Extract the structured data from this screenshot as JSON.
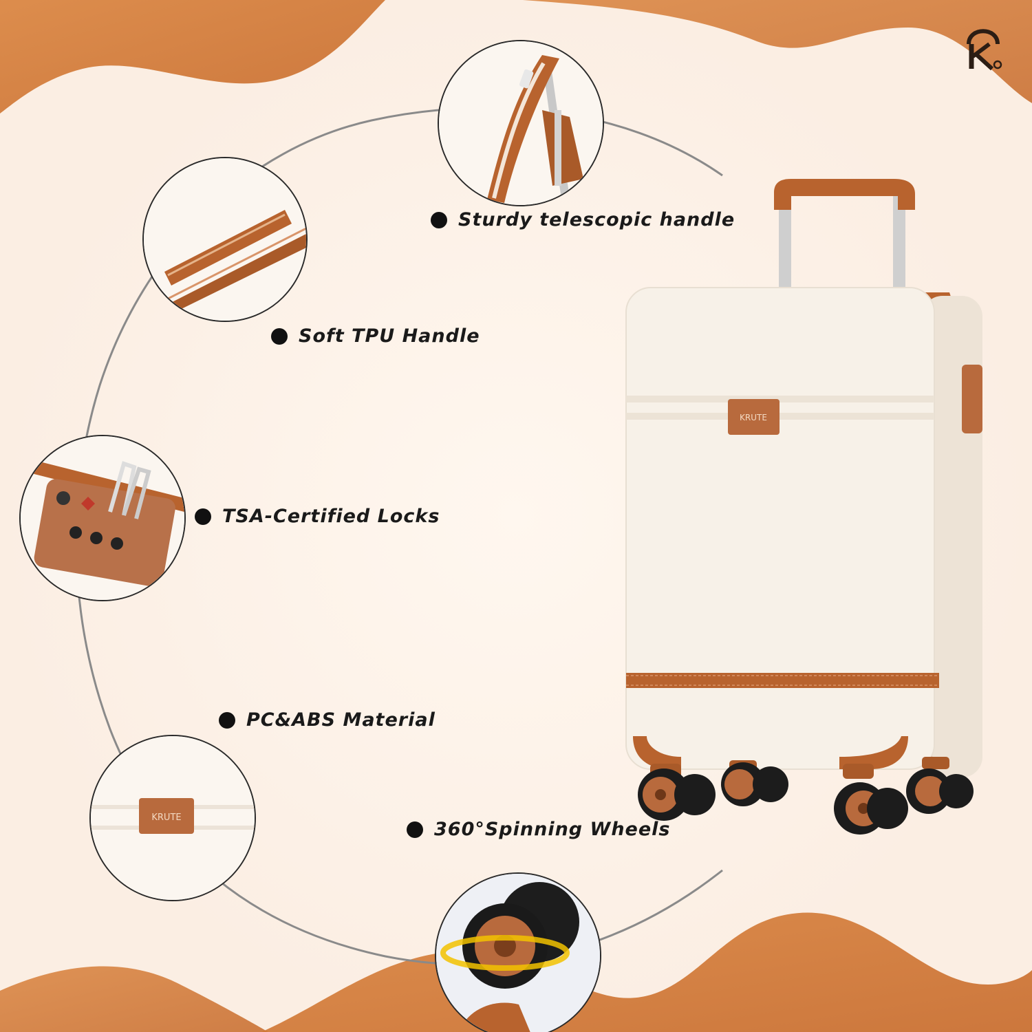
{
  "brand": {
    "logo_icon": "kr-monogram-logo",
    "tag_text": "KRUTE",
    "accent_color": "#b8632e",
    "shell_color": "#f7f1e8"
  },
  "features": [
    {
      "id": "telescopic-handle",
      "label": "Sturdy telescopic handle",
      "icon": "telescopic-handle-closeup"
    },
    {
      "id": "tpu-handle",
      "label": "Soft TPU Handle",
      "icon": "side-handle-closeup"
    },
    {
      "id": "tsa-lock",
      "label": "TSA-Certified Locks",
      "icon": "combination-lock-closeup"
    },
    {
      "id": "material",
      "label": "PC&ABS Material",
      "icon": "brand-tag-closeup"
    },
    {
      "id": "wheels",
      "label": "360°Spinning Wheels",
      "icon": "spinner-wheel-closeup"
    }
  ]
}
